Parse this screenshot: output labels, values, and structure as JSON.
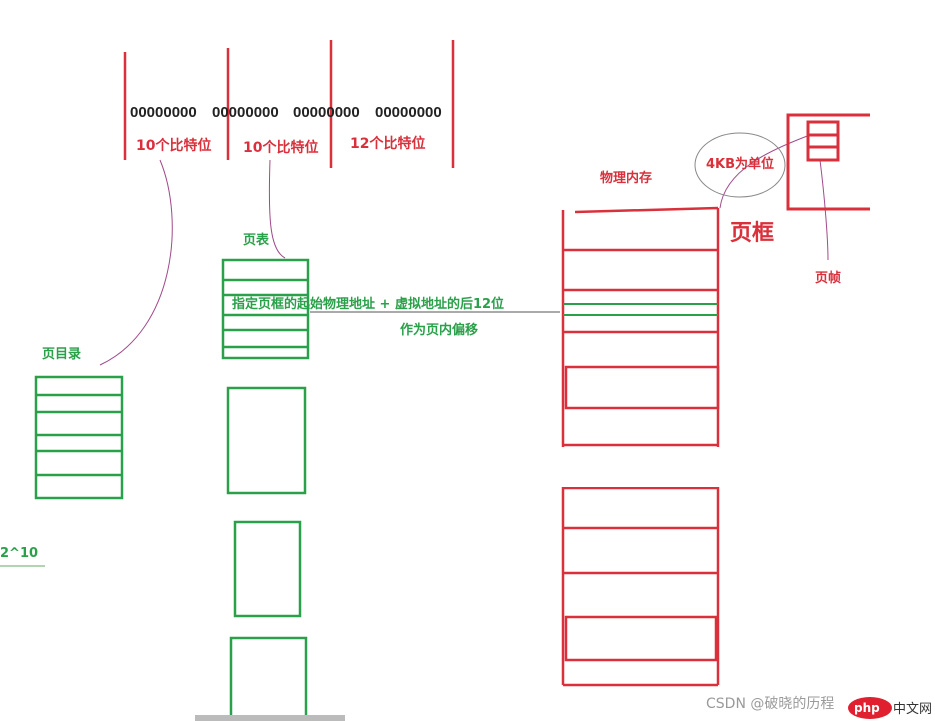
{
  "virtual_address": {
    "bits": [
      "00000000",
      "00000000",
      "00000000",
      "00000000"
    ],
    "fields": [
      "10个比特位",
      "10个比特位",
      "12个比特位"
    ]
  },
  "page_directory": {
    "label": "页目录",
    "entries_label": "2^10"
  },
  "page_table": {
    "label": "页表"
  },
  "annotation": {
    "line1": "指定页框的起始物理地址 + 虚拟地址的后12位",
    "line2": "作为页内偏移"
  },
  "physical_memory": {
    "label": "物理内存",
    "unit_label": "4KB为单位",
    "frame_label": "页框",
    "page_frame_label": "页帧"
  },
  "watermark": {
    "text": "CSDN @破晓的历程",
    "logo": "php中文网"
  },
  "colors": {
    "red": "#d9303c",
    "green": "#2aa04a"
  }
}
